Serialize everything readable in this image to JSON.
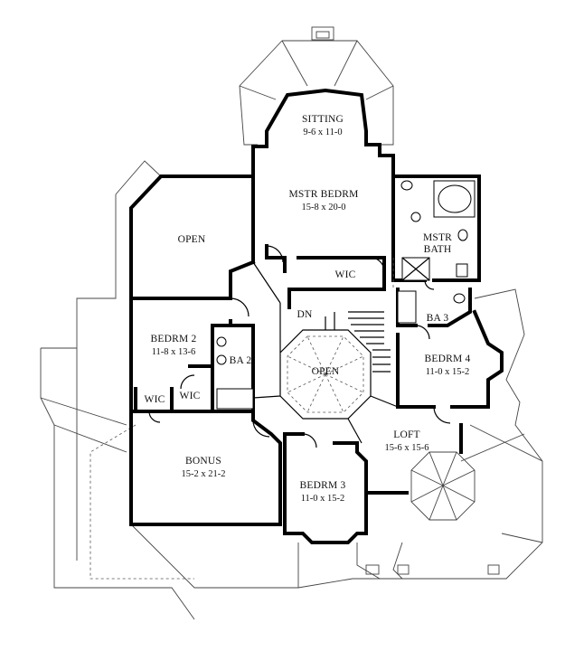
{
  "rooms": {
    "sitting": {
      "name": "SITTING",
      "size": "9-6 x 11-0"
    },
    "master_bedroom": {
      "name": "MSTR BEDRM",
      "size": "15-8 x 20-0"
    },
    "master_bath": {
      "name_line1": "MSTR",
      "name_line2": "BATH"
    },
    "open_upper": {
      "name": "OPEN"
    },
    "master_wic": {
      "name": "WIC"
    },
    "bedroom2": {
      "name": "BEDRM 2",
      "size": "11-8 x 13-6"
    },
    "bath2": {
      "name": "BA 2"
    },
    "bath3": {
      "name": "BA 3"
    },
    "stair": {
      "label": "DN"
    },
    "open_center": {
      "name": "OPEN"
    },
    "bedroom4": {
      "name": "BEDRM 4",
      "size": "11-0 x 15-2"
    },
    "wic_left": {
      "name": "WIC"
    },
    "wic_right": {
      "name": "WIC"
    },
    "loft": {
      "name": "LOFT",
      "size": "15-6 x 15-6"
    },
    "bonus": {
      "name": "BONUS",
      "size": "15-2 x 21-2"
    },
    "bedroom3": {
      "name": "BEDRM 3",
      "size": "11-0 x 15-2"
    }
  }
}
